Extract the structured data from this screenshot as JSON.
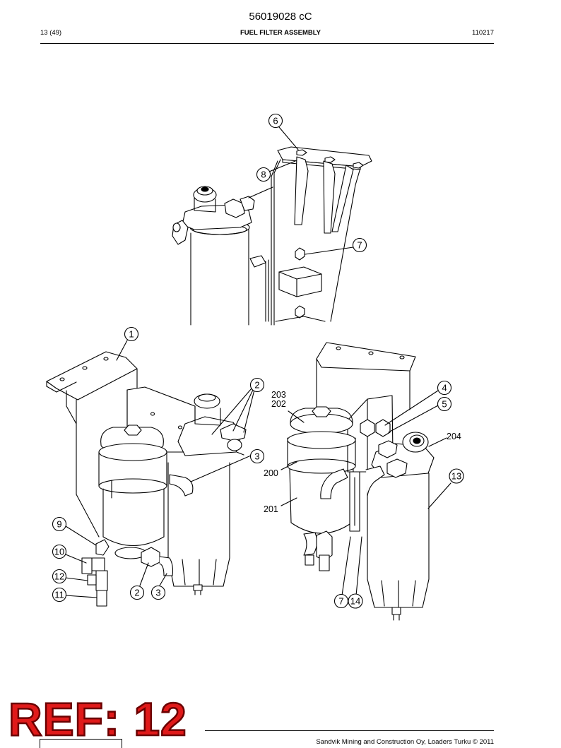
{
  "header": {
    "doc_number": "56019028 cC",
    "page_count": "13 (49)",
    "title": "FUEL FILTER ASSEMBLY",
    "date_code": "110217"
  },
  "callouts": {
    "top_6": "6",
    "top_8": "8",
    "top_7": "7",
    "left_1": "1",
    "left_2a": "2",
    "left_3a": "3",
    "left_9": "9",
    "left_10": "10",
    "left_12": "12",
    "left_11": "11",
    "left_2b": "2",
    "left_3b": "3",
    "right_4": "4",
    "right_5": "5",
    "right_13": "13",
    "right_7": "7",
    "right_14": "14"
  },
  "plain_labels": {
    "r203": "203",
    "r202": "202",
    "r204": "204",
    "r200": "200",
    "r201": "201"
  },
  "stamp": {
    "text": "REF: 12",
    "color": "#e01a1a"
  },
  "footer": {
    "copyright": "Sandvik Mining and Construction Oy, Loaders Turku © 2011"
  }
}
